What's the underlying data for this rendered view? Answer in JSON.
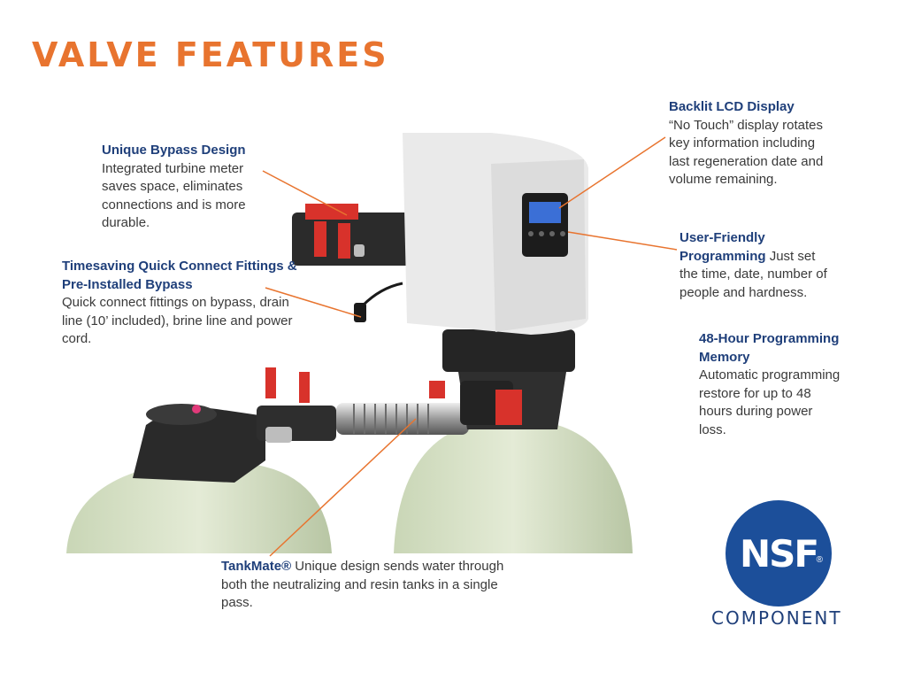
{
  "page": {
    "title": "VALVE FEATURES"
  },
  "features": {
    "bypass": {
      "heading": "Unique Bypass Design",
      "body": "Integrated turbine meter saves space, eliminates connections and is more durable."
    },
    "quick": {
      "heading": "Timesaving Quick Connect Fittings & Pre-Installed Bypass",
      "body": "Quick connect fittings on bypass, drain line (10’ included), brine line and power cord."
    },
    "lcd": {
      "heading": "Backlit LCD Display",
      "body": "“No Touch” display rotates key information including last regeneration date and volume remaining."
    },
    "prog": {
      "heading": "User-Friendly Programming",
      "body": "Just set the time, date, number of people and hardness."
    },
    "memory": {
      "heading": "48-Hour Programming Memory",
      "body": "Automatic programming restore for up to 48 hours during power loss."
    },
    "tankmate": {
      "heading": "TankMate®",
      "body": "Unique design sends water through both the neutralizing and resin tanks in a single pass."
    }
  },
  "badge": {
    "logo_text": "NSF",
    "registered": "®",
    "label": "COMPONENT"
  },
  "colors": {
    "accent": "#e8742f",
    "heading_blue": "#1f3f7a",
    "nsf_blue": "#1c4f9a"
  }
}
